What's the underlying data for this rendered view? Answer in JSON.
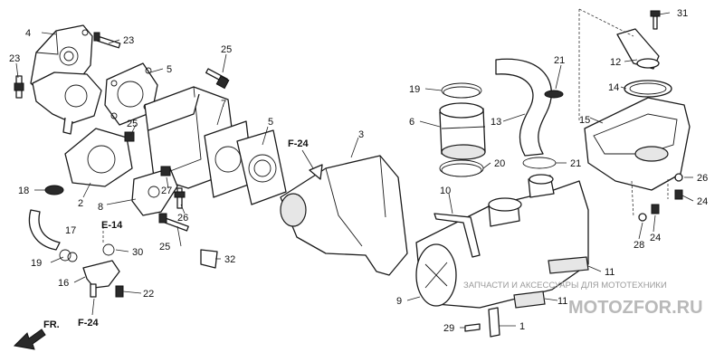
{
  "diagram": {
    "callouts": [
      "4",
      "23",
      "23",
      "25",
      "5",
      "7",
      "25",
      "5",
      "3",
      "31",
      "12",
      "21",
      "19",
      "14",
      "6",
      "13",
      "15",
      "18",
      "2",
      "8",
      "27",
      "26",
      "25",
      "20",
      "21",
      "10",
      "26",
      "24",
      "17",
      "30",
      "19",
      "16",
      "22",
      "32",
      "28",
      "24",
      "11",
      "9",
      "1",
      "29"
    ],
    "refs": [
      "F-24",
      "E-14",
      "F-24"
    ],
    "front_marker": "FR."
  },
  "watermark": {
    "line": "ЗАПЧАСТИ И АКСЕССУАРЫ ДЛЯ МОТОТЕХНИКИ",
    "brand": "MOTOZFOR.RU"
  },
  "colors": {
    "ink": "#1a1a1a",
    "watermark": "#b9b9b9"
  },
  "icons": {
    "front_arrow": "front-arrow-icon"
  }
}
